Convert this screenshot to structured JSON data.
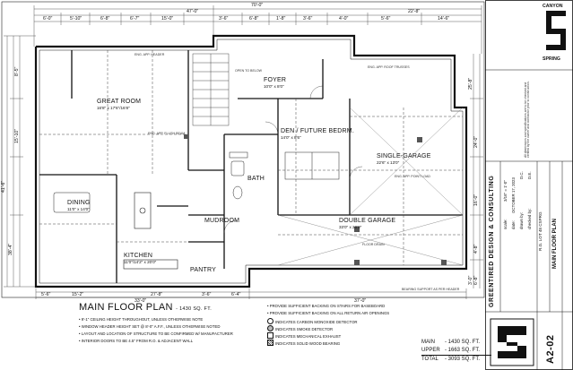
{
  "plan": {
    "top_dims": [
      "70'-0\"",
      "47'-0\"",
      "22'-8\"",
      "6'-0\"",
      "5'-10\"",
      "6'-8\"",
      "6'-7\"",
      "15'-0\"",
      "3'-6\"",
      "6'-8\"",
      "1'-8\"",
      "3'-6\"",
      "4'-0\"",
      "5'-6\"",
      "14'-6\""
    ],
    "bottom_dims": [
      "33'-0\"",
      "37'-0\"",
      "15'-2\"",
      "3'-6\"",
      "6'-4\"",
      "27'-8\"",
      "5'-6\""
    ],
    "left_dims": [
      "41'-6\"",
      "38'-4\"",
      "8'-5\"",
      "15'-10\""
    ],
    "right_dims": [
      "25'-8\"",
      "24'-0\"",
      "16'-0\"",
      "4'-8\"",
      "3'-0\"",
      "6'-8\""
    ],
    "rooms": [
      {
        "name": "GREAT ROOM",
        "size": "16'8\" x 17'6\"/16'8\""
      },
      {
        "name": "FOYER",
        "size": "10'0\" x 8'0\""
      },
      {
        "name": "DEN / FUTURE BEDRM.",
        "size": "14'0\" x 8'6\""
      },
      {
        "name": "SINGLE-GARAGE",
        "size": "22'6\" x 13'0\""
      },
      {
        "name": "DOUBLE GARAGE",
        "size": "33'0\" x 20'0\""
      },
      {
        "name": "DINING",
        "size": "11'0\" x 14'0\""
      },
      {
        "name": "BATH",
        "size": ""
      },
      {
        "name": "MUDROOM",
        "size": ""
      },
      {
        "name": "KITCHEN",
        "size": "11'0\"/14'2\" x 20'0\""
      },
      {
        "name": "PANTRY",
        "size": ""
      }
    ],
    "notes": [
      "ENG. APP. HEADER",
      "ENG. APP. FLUSH BEAM",
      "ENG. APP. ROOF TRUSSES",
      "ENG. APP. POINT LOAD",
      "BEARING SUPPORT AS PER HEADER",
      "FLOOR DRAIN",
      "OPEN TO BELOW"
    ]
  },
  "title_block": {
    "title": "MAIN FLOOR PLAN",
    "area": "- 1430 SQ. FT.",
    "notes": [
      "• 9'-1\" CEILING HEIGHT THROUGHOUT, UNLESS OTHERWISE NOTE",
      "• WINDOW HEADER HEIGHT SET @ 8'-0\" A.F.F., UNLESS OTHERWISE NOTED",
      "• LAYOUT AND LOCATION OF STRUCTURE TO BE CONFIRMED W/ MANUFACTURER",
      "• INTERIOR DOORS TO BE 4.5\" FROM R.O. & ADJACENT WALL"
    ],
    "legend": [
      "• PROVIDE SUFFICIENT BACKING ON STAIRS FOR BASEBOARD",
      "• PROVIDE SUFFICIENT BACKING ON ALL RETURN AIR OPENINGS",
      "INDICATES CARBON MONOXIDE DETECTOR",
      "INDICATES SMOKE DETECTOR",
      "INDICATES MECHANICAL EXHAUST",
      "INDICATES SOLID WOOD BEARING"
    ],
    "areas": [
      {
        "label": "MAIN",
        "value": "- 1430 SQ. FT."
      },
      {
        "label": "UPPER",
        "value": "- 1663 SQ. FT."
      },
      {
        "label": "TOTAL",
        "value": "- 3093 SQ. FT."
      }
    ]
  },
  "right_block": {
    "logo_top": "CANYON",
    "logo_bottom": "SPRING",
    "firm": "GREENTIRED DESIGN & CONSULTING",
    "project": "MAIN FLOOR PLAN",
    "sheet_no": "A2-02",
    "fields": [
      {
        "label": "scale:",
        "value": "3/16\" = 1'-0\""
      },
      {
        "label": "date:",
        "value": "OCTOBER 17, 2023"
      },
      {
        "label": "drawn by:",
        "value": "D.C."
      },
      {
        "label": "checked by:",
        "value": "D.E."
      }
    ],
    "lot": "R.G. LOT 48 CSPRG",
    "disclaimer": "All dimensions and specifications are to be checked and verified by the owner and contractor prior to construction."
  }
}
